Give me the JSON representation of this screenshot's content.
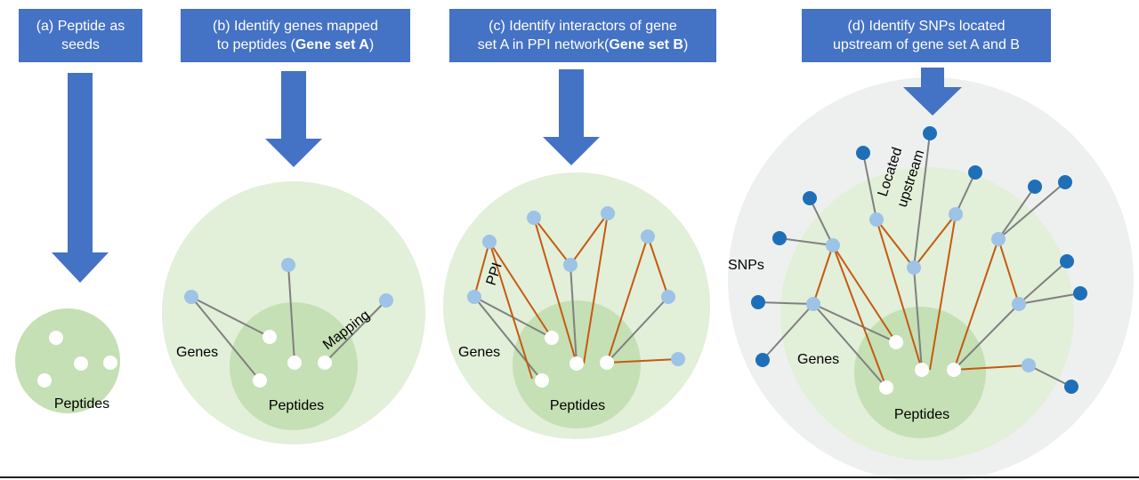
{
  "steps": [
    {
      "line1": "(a) Peptide as",
      "line2_pre": "seeds",
      "line2_bold": "",
      "line2_post": ""
    },
    {
      "line1": "(b) Identify genes mapped",
      "line2_pre": "to peptides (",
      "line2_bold": "Gene set A",
      "line2_post": ")"
    },
    {
      "line1": "(c) Identify interactors of gene",
      "line2_pre": "set A in PPI  network(",
      "line2_bold": "Gene set B",
      "line2_post": ")"
    },
    {
      "line1": "(d) Identify SNPs located",
      "line2_pre": "upstream of gene set A and B",
      "line2_bold": "",
      "line2_post": ""
    }
  ],
  "labels": {
    "peptides": "Peptides",
    "genes": "Genes",
    "mapping": "Mapping",
    "ppi": "PPI",
    "snps": "SNPs",
    "located": "Located",
    "upstream": "upstream"
  },
  "colors": {
    "box": "#4472c4",
    "arrow": "#4472c4",
    "outer_circle": "#e2efd9",
    "inner_circle": "#c5e0b4",
    "gray_circle": "#eef0ef",
    "gene_node": "#9dc3e6",
    "snp_node": "#1f6fb8",
    "peptide_node": "#ffffff",
    "gray_edge": "#808080",
    "ppi_edge": "#c55a11"
  }
}
